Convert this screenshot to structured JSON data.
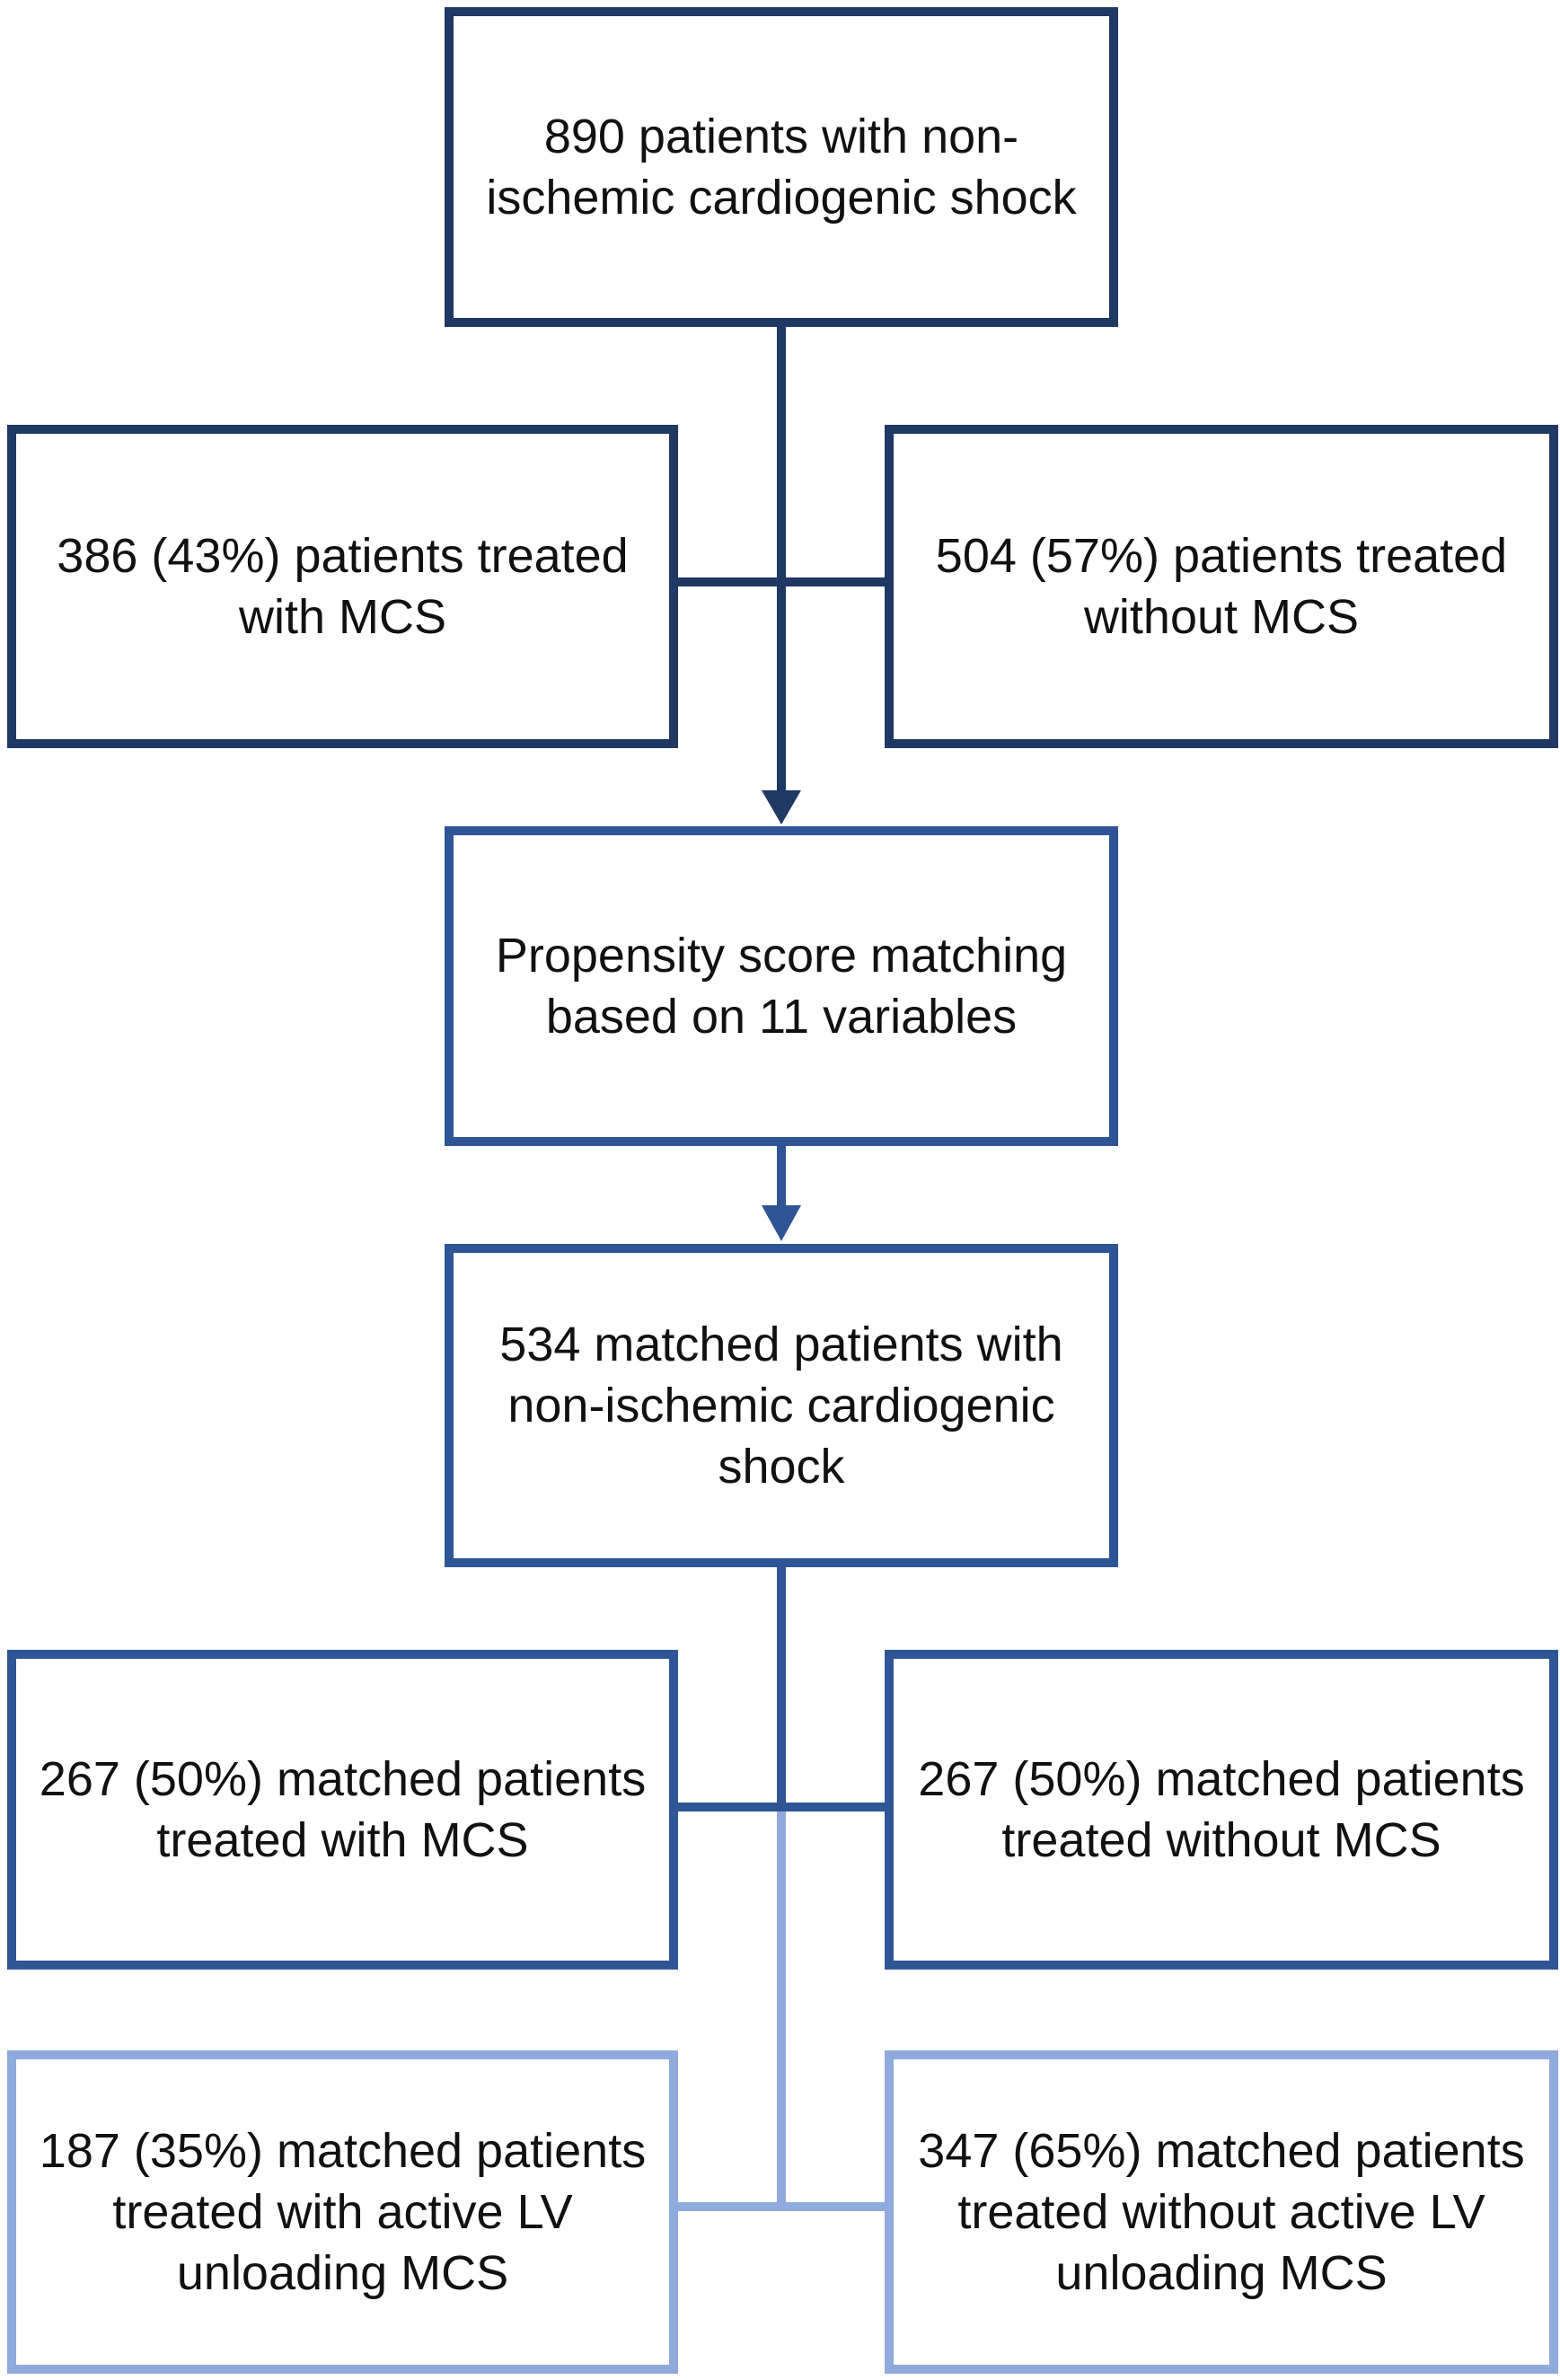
{
  "colors": {
    "dark": "#1f3864",
    "mid": "#2f5597",
    "light": "#8faadc",
    "text": "#111111"
  },
  "nodes": {
    "total": "890 patients with non-ischemic cardiogenic shock",
    "with_mcs": "386 (43%) patients treated with MCS",
    "without_mcs": "504 (57%) patients treated without MCS",
    "psm": "Propensity score matching based on 11 variables",
    "matched": "534 matched patients with non-ischemic cardiogenic shock",
    "matched_with_mcs": "267 (50%) matched patients treated with MCS",
    "matched_without_mcs": "267 (50%) matched patients treated without MCS",
    "with_lv_unloading": "187 (35%) matched patients treated with active LV unloading MCS",
    "without_lv_unloading": "347 (65%) matched patients treated without active LV unloading MCS"
  }
}
